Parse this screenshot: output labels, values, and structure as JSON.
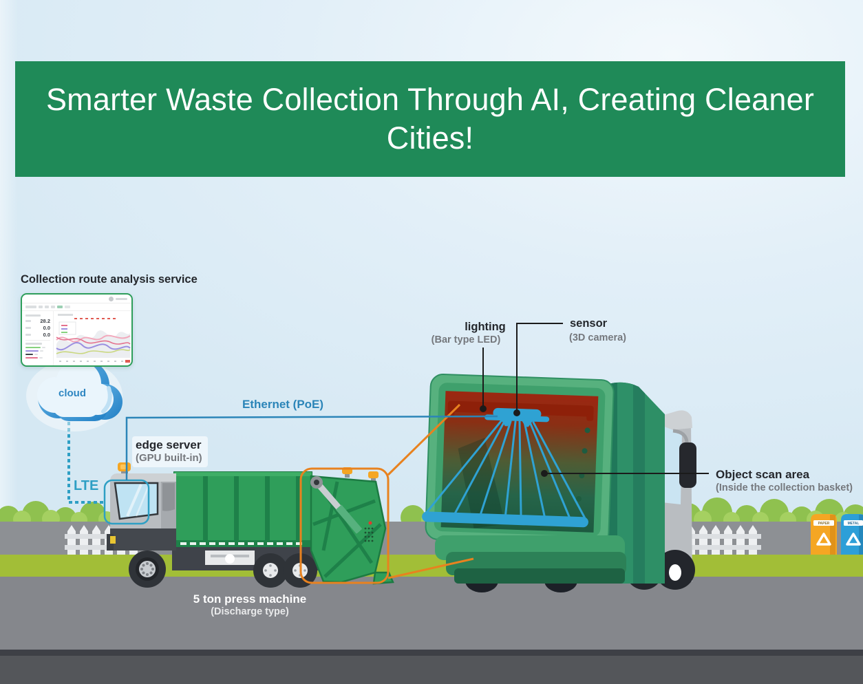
{
  "banner": {
    "title": "Smarter Waste Collection Through AI, Creating Cleaner Cities!"
  },
  "analysis": {
    "title": "Collection route analysis service",
    "metrics": [
      "28.2",
      "0.0",
      "0.0"
    ]
  },
  "cloud_label": "cloud",
  "network": {
    "lte": "LTE",
    "ethernet": "Ethernet (PoE)"
  },
  "callouts": {
    "edge_server": {
      "title": "edge server",
      "subtitle": "(GPU built-in)"
    },
    "lighting": {
      "title": "lighting",
      "subtitle": "(Bar type LED)"
    },
    "sensor": {
      "title": "sensor",
      "subtitle": "(3D camera)"
    },
    "object_scan": {
      "title": "Object scan area",
      "subtitle": "(Inside the collection basket)"
    },
    "press_machine": {
      "title": "5 ton press machine",
      "subtitle": "(Discharge type)"
    }
  },
  "bins": {
    "paper": "PAPER",
    "metal": "METAL"
  },
  "colors": {
    "banner_green": "#1F8A58",
    "accent_blue": "#2B93BE",
    "highlight_orange": "#E8821F",
    "truck_green": "#2F9E5A",
    "sensor_blue": "#2FA2D3",
    "scan_red": "#9C2711"
  }
}
